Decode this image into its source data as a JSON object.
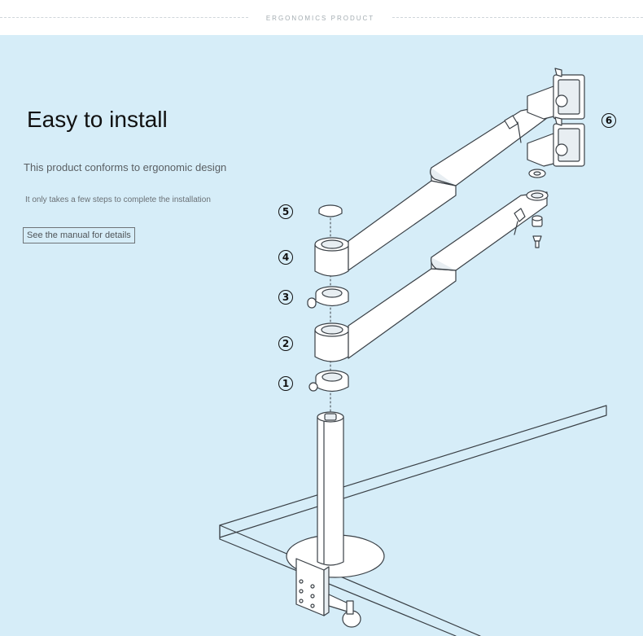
{
  "header": {
    "label": "ERGONOMICS PRODUCT"
  },
  "hero": {
    "title": "Easy to install",
    "subtitle": "This product conforms to ergonomic design",
    "note": "It only takes a few steps to complete the installation",
    "manual_link": "See the manual for details"
  },
  "steps": [
    {
      "number": "1",
      "label": "1"
    },
    {
      "number": "2",
      "label": "2"
    },
    {
      "number": "3",
      "label": "3"
    },
    {
      "number": "4",
      "label": "4"
    },
    {
      "number": "5",
      "label": "5"
    },
    {
      "number": "6",
      "label": "6"
    }
  ],
  "colors": {
    "panel_background": "#d6edf8",
    "line_color": "#3a4046",
    "part_fill": "#ffffff"
  }
}
